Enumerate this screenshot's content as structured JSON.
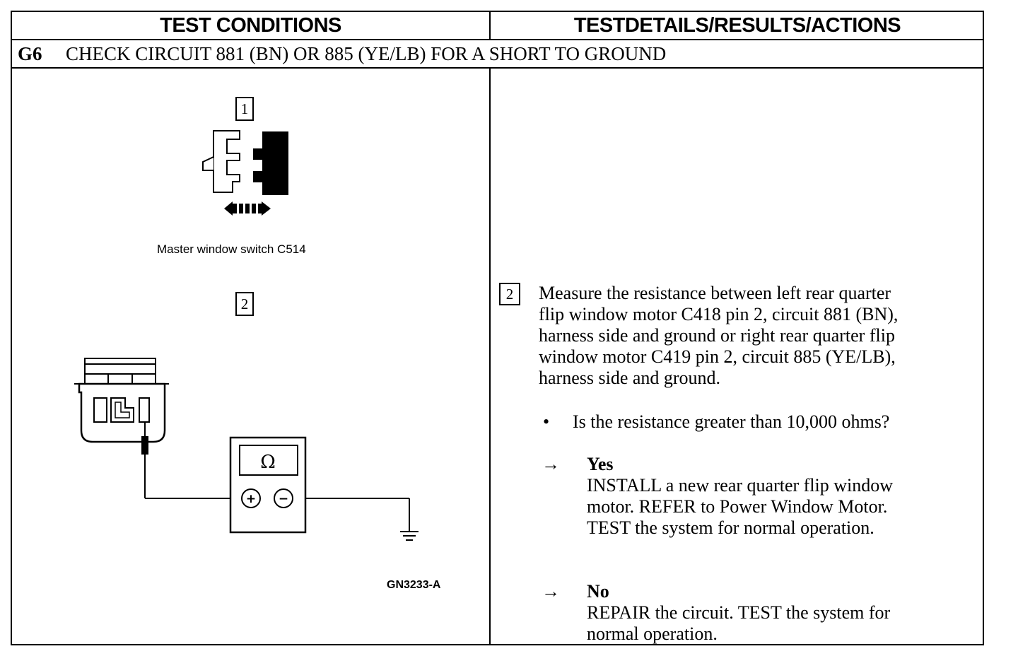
{
  "header": {
    "left": "TEST CONDITIONS",
    "right": "TESTDETAILS/RESULTS/ACTIONS"
  },
  "step": {
    "number": "G6",
    "title": "CHECK CIRCUIT 881 (BN) OR 885 (YE/LB) FOR A SHORT TO GROUND"
  },
  "figure": {
    "callout_1": "1",
    "callout_2": "2",
    "caption": "Master window switch C514",
    "meter_symbol": "Ω",
    "plus": "+",
    "minus": "−",
    "figure_id": "GN3233-A"
  },
  "details": {
    "callout": "2",
    "instruction_lines": [
      "Measure the resistance between left rear quarter",
      "flip window motor C418 pin 2, circuit 881 (BN),",
      "harness side and ground or right rear quarter flip",
      "window motor C419 pin 2, circuit 885 (YE/LB),",
      "harness side and ground."
    ],
    "question_bullet": "•",
    "question": "Is the resistance greater than 10,000 ohms?",
    "arrow": "→",
    "yes": {
      "label": "Yes",
      "lines": [
        "INSTALL a new rear quarter flip window",
        "motor. REFER to Power Window Motor.",
        "TEST the system for normal operation."
      ]
    },
    "no": {
      "label": "No",
      "lines": [
        "REPAIR the circuit. TEST the system for",
        "normal operation."
      ]
    }
  }
}
